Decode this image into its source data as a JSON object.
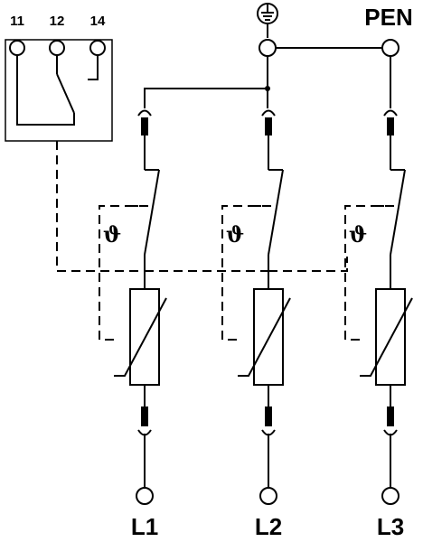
{
  "diagram": {
    "contact_terminals": [
      "11",
      "12",
      "14"
    ],
    "earth_symbol": "earth-ground-icon",
    "pen_label": "PEN",
    "thermal_symbol": "ϑ",
    "phase_labels": [
      "L1",
      "L2",
      "L3"
    ],
    "colors": {
      "stroke": "#000000",
      "background": "#ffffff"
    }
  }
}
